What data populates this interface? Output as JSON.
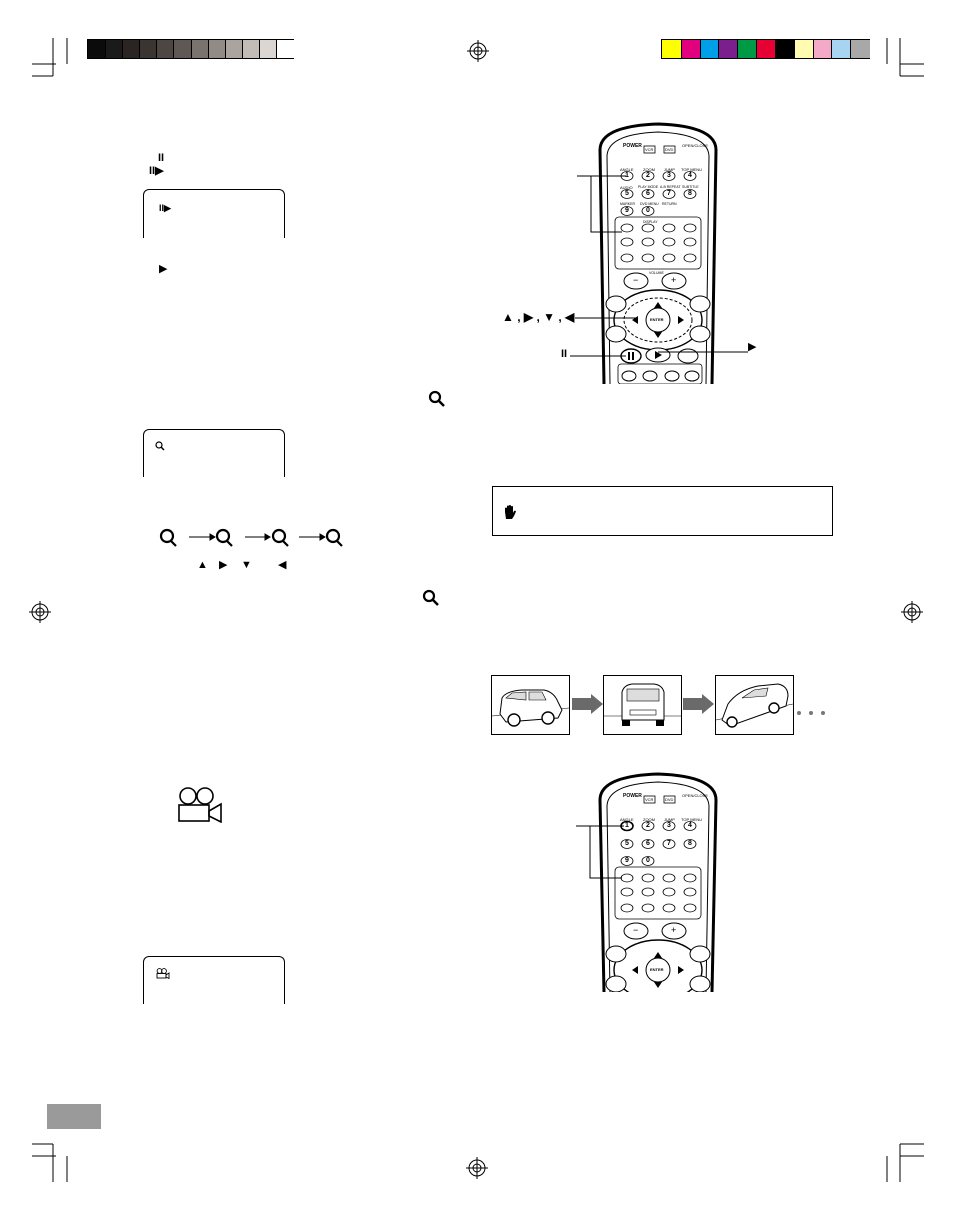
{
  "grayscale_bar": [
    "#0b0b0b",
    "#1a1a1a",
    "#2a2522",
    "#3b3532",
    "#4d4643",
    "#5f5854",
    "#7a726d",
    "#928a84",
    "#aba39e",
    "#c3bbb6",
    "#dcd6d2",
    "#ffffff"
  ],
  "color_bar": [
    "#ffff00",
    "#e3007f",
    "#00a0e9",
    "#7b1f8f",
    "#009944",
    "#e60033",
    "#000000",
    "#fffbb0",
    "#f4a9c8",
    "#a7d4f0",
    "#a8a8a8"
  ],
  "left_column": {
    "pause_glyph": "II",
    "step_glyph": "II▶",
    "screen1_glyph": "II▶",
    "play_glyph": "▶",
    "zoom_direction_glyphs": [
      "▲",
      "▶",
      "▼",
      "◀"
    ]
  },
  "remote_top": {
    "pause_label": "II",
    "play_label": "▶",
    "direction_label": "▲ , ▶ , ▼ , ◀",
    "buttons": {
      "power": "POWER",
      "vcr": "VCR",
      "dvd": "DVD",
      "open_close": "OPEN/CLOSE",
      "angle": "ANGLE",
      "zoom": "ZOOM",
      "jump": "JUMP",
      "top_menu": "TOP MENU",
      "n1": "1",
      "n2": "2",
      "n3": "3",
      "n4": "4",
      "audio": "AUDIO",
      "play_mode": "PLAY MODE",
      "a_b": "A-B REPEAT",
      "subtitle": "SUBTITLE",
      "n5": "5",
      "n6": "6",
      "n7": "7",
      "n8": "8",
      "mark": "MARKER",
      "dvd_menu": "DVD MENU",
      "return": "RETURN",
      "n9": "9",
      "n0": "0",
      "display": "DISPLAY",
      "enter": "ENTER",
      "volume": "VOLUME",
      "minus": "−",
      "plus": "+"
    }
  },
  "remote_bottom": {
    "buttons": {
      "power": "POWER",
      "vcr": "VCR",
      "dvd": "DVD",
      "open_close": "OPEN/CLOSE",
      "angle": "ANGLE",
      "zoom": "ZOOM",
      "jump": "JUMP",
      "top_menu": "TOP MENU",
      "n1": "1",
      "n2": "2",
      "n3": "3",
      "n4": "4",
      "n5": "5",
      "n6": "6",
      "n7": "7",
      "n8": "8",
      "n9": "9",
      "n0": "0",
      "enter": "ENTER",
      "minus": "−",
      "plus": "+"
    }
  },
  "angle_sequence_dots": "• • •"
}
